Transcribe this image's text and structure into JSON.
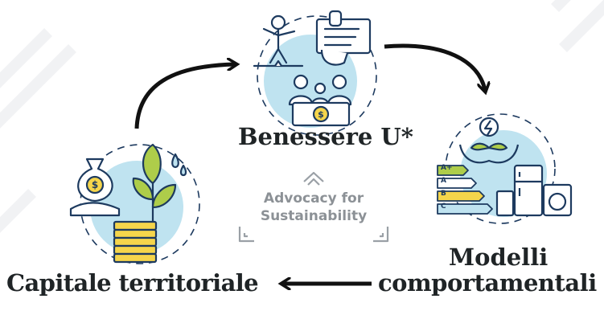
{
  "nodes": {
    "top": {
      "label": "Benessere U*"
    },
    "right": {
      "label_line1": "Modelli",
      "label_line2": "comportamentali"
    },
    "left": {
      "label": "Capitale territoriale"
    }
  },
  "center": {
    "line1": "Advocacy for",
    "line2": "Sustainability"
  },
  "energy_ratings": [
    "A+",
    "A",
    "B",
    "C"
  ],
  "colors": {
    "accent_light_blue": "#bfe3f0",
    "accent_yellow": "#f5d54b",
    "accent_green": "#aecd4a",
    "line_navy": "#1d3a5f",
    "arrow_black": "#111111",
    "center_gray": "#8c9196"
  }
}
